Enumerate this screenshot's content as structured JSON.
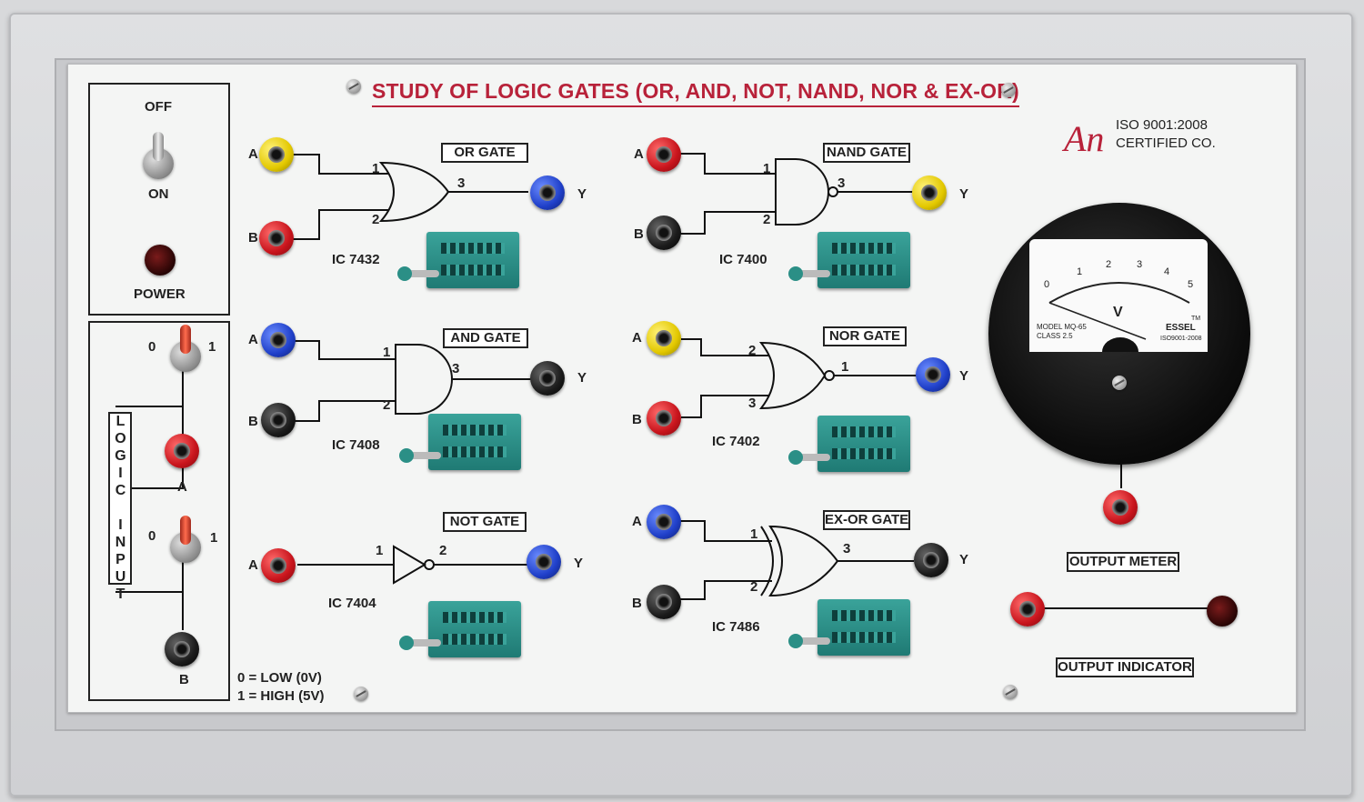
{
  "panel": {
    "title": "STUDY OF LOGIC GATES (OR, AND, NOT, NAND, NOR & EX-OR)",
    "iso_line1": "ISO 9001:2008",
    "iso_line2": "CERTIFIED CO.",
    "logo_text": "An"
  },
  "power": {
    "off": "OFF",
    "on": "ON",
    "power": "POWER"
  },
  "logic_input": {
    "heading": "LOGIC INPUT",
    "zero": "0",
    "one": "1",
    "a": "A",
    "b": "B",
    "legend_low": "0 = LOW (0V)",
    "legend_high": "1 = HIGH (5V)"
  },
  "gates": {
    "or": {
      "name": "OR GATE",
      "ic": "IC 7432",
      "p1": "1",
      "p2": "2",
      "p3": "3"
    },
    "and": {
      "name": "AND GATE",
      "ic": "IC 7408",
      "p1": "1",
      "p2": "2",
      "p3": "3"
    },
    "not": {
      "name": "NOT GATE",
      "ic": "IC 7404",
      "p1": "1",
      "p2": "2"
    },
    "nand": {
      "name": "NAND GATE",
      "ic": "IC 7400",
      "p1": "1",
      "p2": "2",
      "p3": "3"
    },
    "nor": {
      "name": "NOR GATE",
      "ic": "IC 7402",
      "p1": "2",
      "p2": "3",
      "p3": "1"
    },
    "xor": {
      "name": "EX-OR GATE",
      "ic": "IC 7486",
      "p1": "1",
      "p2": "2",
      "p3": "3"
    }
  },
  "terminals": {
    "a": "A",
    "b": "B",
    "y": "Y"
  },
  "meter": {
    "scale": [
      "0",
      "1",
      "2",
      "3",
      "4",
      "5"
    ],
    "unit": "V",
    "model": "MODEL MQ-65",
    "class": "CLASS 2.5",
    "brand": "ESSEL",
    "iso": "ISO9001-2008",
    "tm": "TM",
    "label": "OUTPUT METER"
  },
  "output_indicator": {
    "label": "OUTPUT INDICATOR"
  },
  "colors": {
    "title_red": "#b8223a",
    "panel_bg": "#f4f5f4",
    "ic_green": "#2b8f86"
  }
}
